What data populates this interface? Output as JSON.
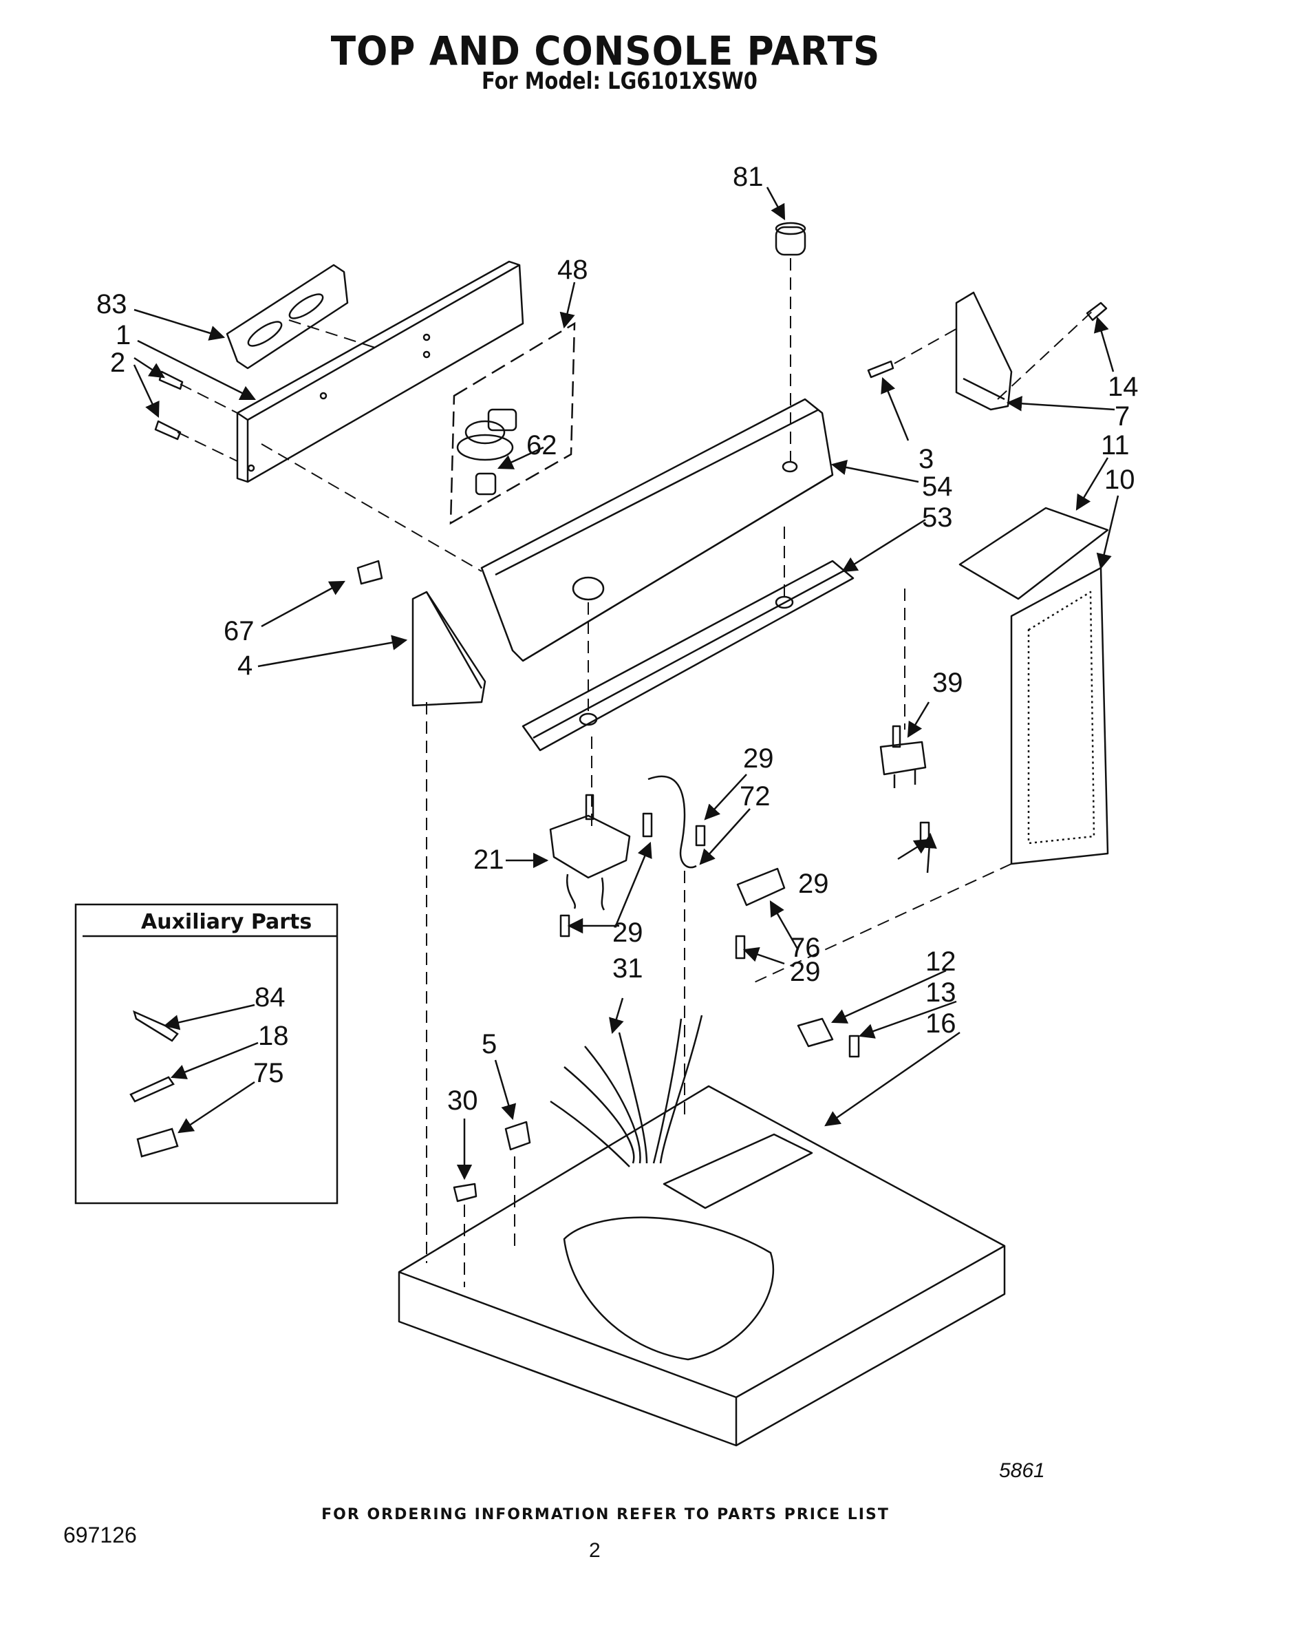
{
  "header": {
    "title": "TOP AND CONSOLE PARTS",
    "model_label": "For Model: LG6101XSW0"
  },
  "aux_box": {
    "title": "Auxiliary Parts"
  },
  "callouts": {
    "c83": "83",
    "c1": "1",
    "c2": "2",
    "c48": "48",
    "c62": "62",
    "c81": "81",
    "c14": "14",
    "c7": "7",
    "c3": "3",
    "c54": "54",
    "c53": "53",
    "c11": "11",
    "c10": "10",
    "c67": "67",
    "c4": "4",
    "c39": "39",
    "c29a": "29",
    "c72": "72",
    "c21": "21",
    "c29b": "29",
    "c29c": "29",
    "c76": "76",
    "c29d": "29",
    "c31": "31",
    "c12": "12",
    "c13": "13",
    "c16": "16",
    "c5": "5",
    "c30": "30",
    "c84": "84",
    "c18": "18",
    "c75": "75"
  },
  "footer": {
    "ordering_note": "FOR ORDERING INFORMATION REFER TO PARTS PRICE LIST",
    "doc_number": "697126",
    "page_number": "2",
    "figure_number": "5861"
  }
}
